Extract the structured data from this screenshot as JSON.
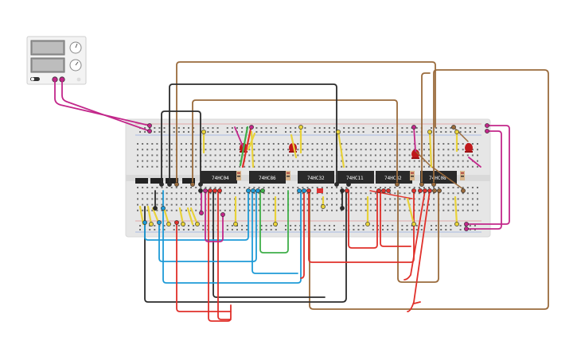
{
  "power_supply": {
    "label": "",
    "knobs": [
      "voltage-knob",
      "current-knob"
    ],
    "terminals": [
      "positive-terminal",
      "negative-terminal"
    ]
  },
  "breadboard": {
    "chips": [
      {
        "id": "chip-1",
        "label": "74HC04"
      },
      {
        "id": "chip-2",
        "label": "74HC86"
      },
      {
        "id": "chip-3",
        "label": "74HC32"
      },
      {
        "id": "chip-4",
        "label": "74HC11"
      },
      {
        "id": "chip-5",
        "label": "74HC32"
      },
      {
        "id": "chip-6",
        "label": "74HC08"
      }
    ],
    "leds": [
      "led-1",
      "led-2",
      "led-3",
      "led-4"
    ]
  },
  "colors": {
    "brown": "#9a6b3c",
    "black": "#2b2b2b",
    "red": "#e0302a",
    "blue": "#1e9bd7",
    "green": "#3fae49",
    "magenta": "#c2278a",
    "yellow": "#e8d23a",
    "chip": "#2a2a2a",
    "board": "#e6e6e6"
  }
}
